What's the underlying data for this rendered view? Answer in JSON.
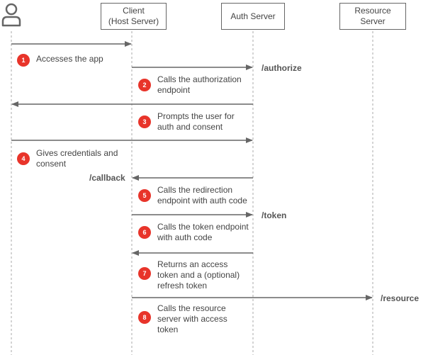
{
  "participants": {
    "user": {
      "icon": "user-icon"
    },
    "client": {
      "label": "Client\n(Host Server)"
    },
    "auth": {
      "label": "Auth Server"
    },
    "resource": {
      "label": "Resource\nServer"
    }
  },
  "endpoints": {
    "authorize": "/authorize",
    "callback": "/callback",
    "token": "/token",
    "resource": "/resource"
  },
  "steps": [
    {
      "number": "1",
      "text": "Accesses the app"
    },
    {
      "number": "2",
      "text": "Calls the authorization\nendpoint"
    },
    {
      "number": "3",
      "text": "Prompts the user for\nauth and consent"
    },
    {
      "number": "4",
      "text": "Gives credentials and\nconsent"
    },
    {
      "number": "5",
      "text": "Calls the redirection\nendpoint with auth code"
    },
    {
      "number": "6",
      "text": "Calls the token endpoint\nwith auth code"
    },
    {
      "number": "7",
      "text": "Returns an access\ntoken and a (optional)\nrefresh token"
    },
    {
      "number": "8",
      "text": "Calls the resource\nserver with access\ntoken"
    }
  ],
  "colors": {
    "badge": "#e8342a",
    "line": "#666666",
    "lifeline": "#aaaaaa"
  }
}
